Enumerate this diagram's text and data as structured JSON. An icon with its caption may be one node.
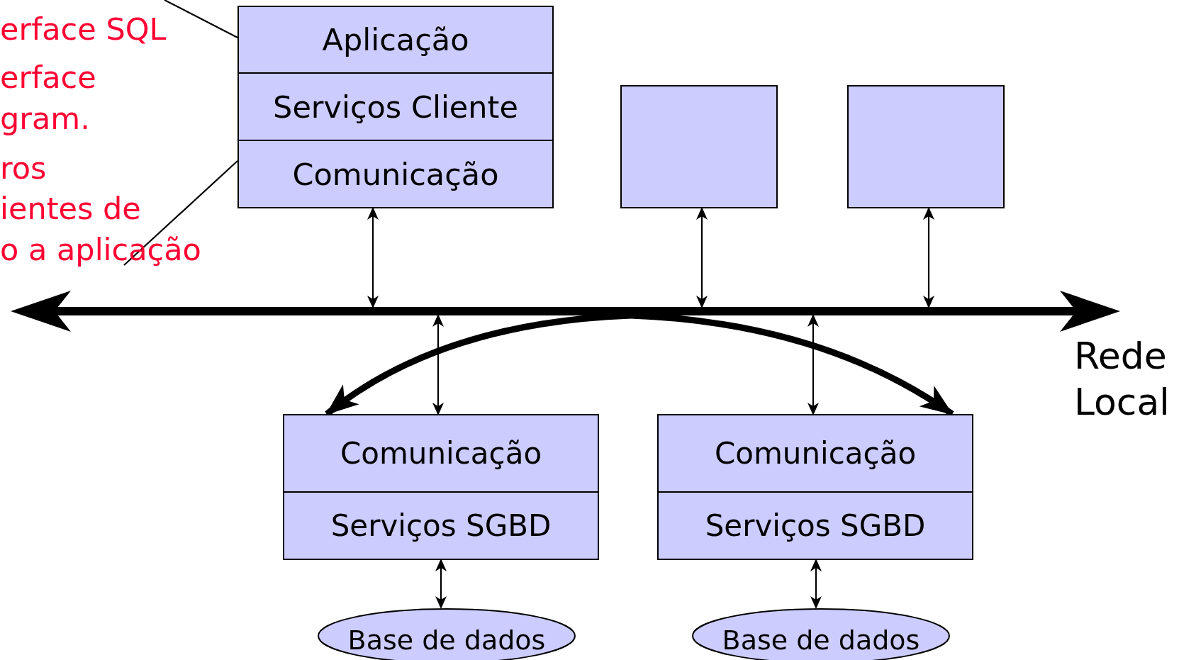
{
  "diagram": {
    "nodes": [
      {
        "text": [
          "Aplicação"
        ]
      },
      {
        "text": [
          "Serviços Cliente"
        ]
      },
      {
        "text": [
          "Comunicação"
        ]
      },
      {
        "text": [],
        "shape": "box"
      },
      {
        "text": [],
        "shape": "box"
      },
      {
        "text": [],
        "shape": "bar",
        "beside": [
          "Rede Local"
        ]
      },
      {
        "text": [
          "Comunicação"
        ]
      },
      {
        "text": [
          "Serviços SGBD"
        ]
      },
      {
        "text": [
          "Comunicação"
        ]
      },
      {
        "text": [
          "Serviços SGBD"
        ]
      },
      {
        "text": [
          "Base de dados"
        ]
      },
      {
        "text": [
          "Base de dados"
        ]
      },
      {
        "text": [
          "o a aplicação"
        ]
      }
    ],
    "edges": [
      {
        "from": 2,
        "to": 5,
        "arrow": "both"
      },
      {
        "from": 3,
        "to": 5,
        "arrow": "both"
      },
      {
        "from": 4,
        "to": 5,
        "arrow": "both"
      },
      {
        "from": 5,
        "to": 6,
        "arrow": "both"
      },
      {
        "from": 5,
        "to": 8,
        "arrow": "both"
      },
      {
        "from": 7,
        "to": 10,
        "arrow": "both"
      },
      {
        "from": 9,
        "to": 11,
        "arrow": "both"
      },
      {
        "from": 5,
        "to": 6,
        "arrow": "to",
        "style": "thick"
      },
      {
        "from": 5,
        "to": 8,
        "arrow": "to",
        "style": "thick"
      },
      {
        "from": null,
        "to": 0,
        "arrow": "none"
      },
      {
        "from": 12,
        "to": 2,
        "arrow": "none"
      }
    ],
    "labels": [
      "erface SQL",
      "erface",
      "gram.",
      "ros",
      "ientes de"
    ]
  }
}
